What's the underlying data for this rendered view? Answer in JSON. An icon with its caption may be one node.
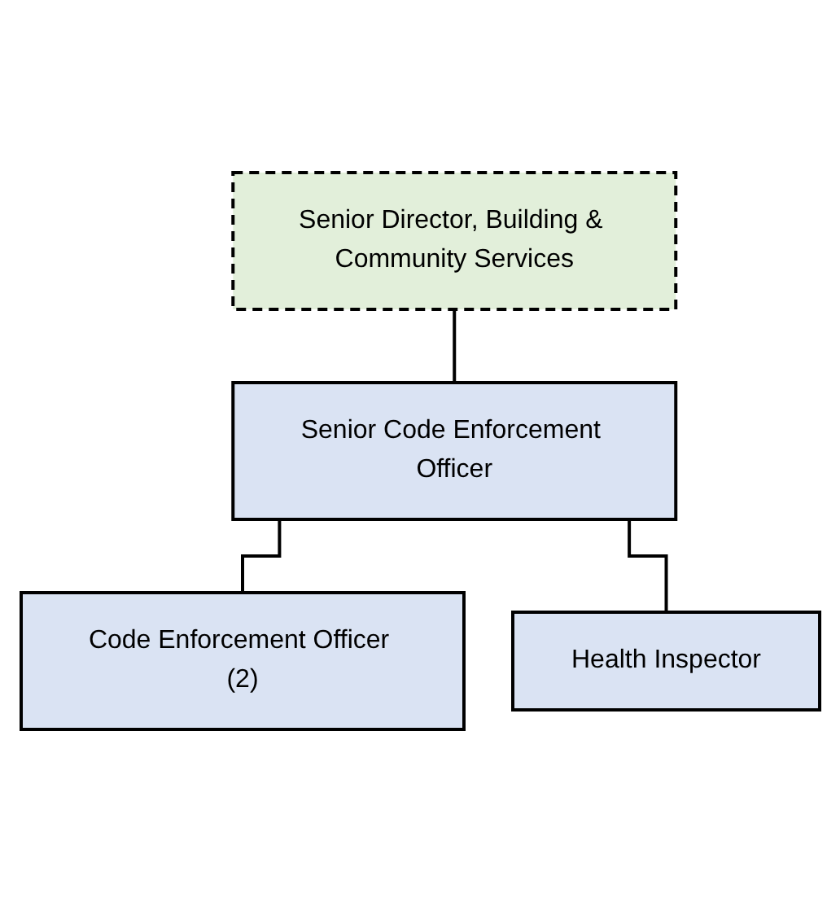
{
  "diagram": {
    "nodes": [
      {
        "text": [
          "Senior Director, Building & Community Services"
        ]
      },
      {
        "text": [
          "Senior Code Enforcement Officer"
        ]
      },
      {
        "text": [
          "Code Enforcement Officer (2)"
        ]
      },
      {
        "text": [
          "Health Inspector"
        ]
      }
    ],
    "edges": [
      {
        "from": 0,
        "to": 1,
        "arrow": "none"
      },
      {
        "from": 1,
        "to": 2,
        "arrow": "none"
      },
      {
        "from": 1,
        "to": 3,
        "arrow": "none"
      }
    ]
  }
}
